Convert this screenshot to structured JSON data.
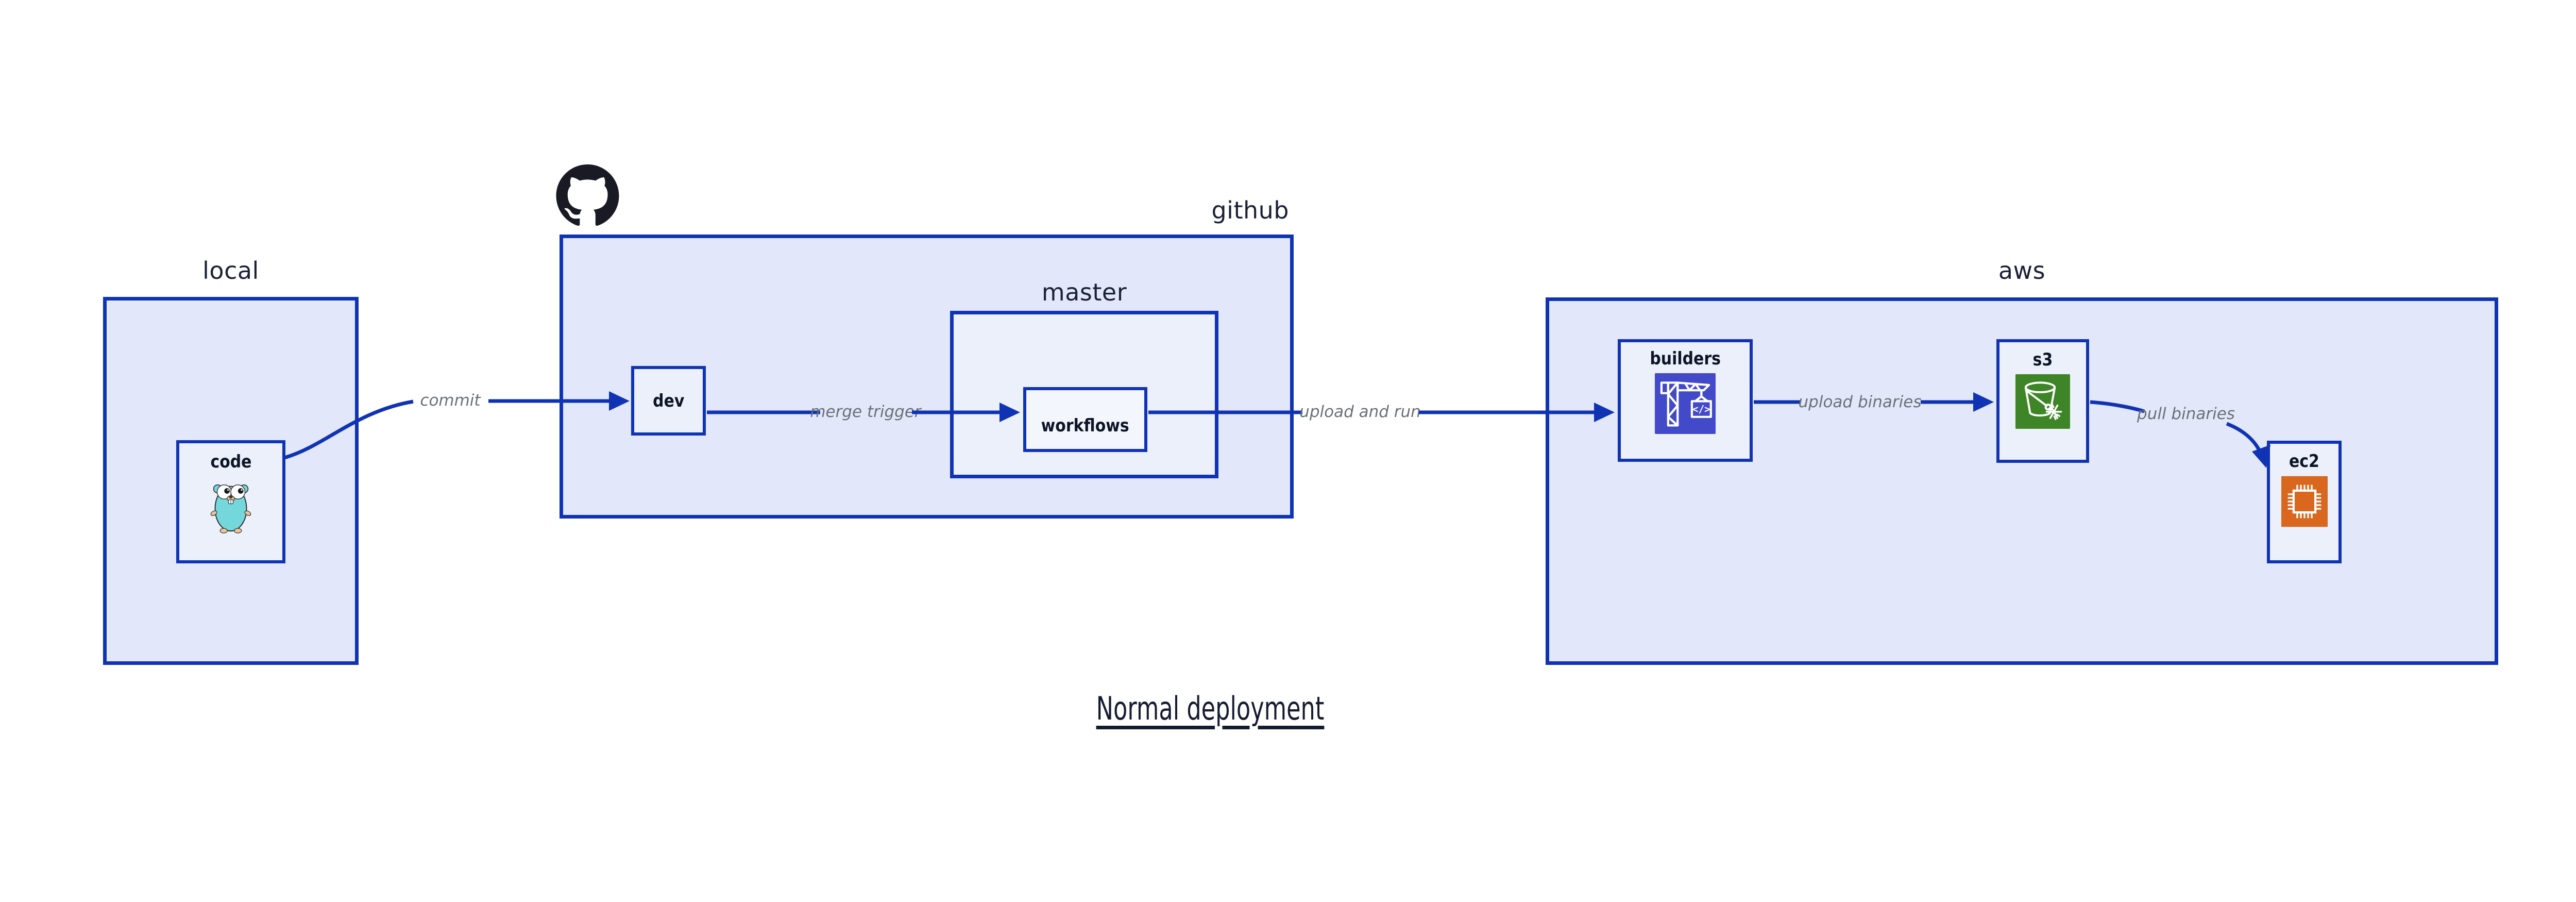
{
  "title": {
    "text": "Normal deployment"
  },
  "groups": {
    "local": {
      "label": "local"
    },
    "github": {
      "label": "github"
    },
    "master": {
      "label": "master"
    },
    "aws": {
      "label": "aws"
    }
  },
  "nodes": {
    "code": {
      "label": "code",
      "icon": "go-gopher-icon"
    },
    "dev": {
      "label": "dev"
    },
    "workflows": {
      "label": "workflows"
    },
    "builders": {
      "label": "builders",
      "icon": "crane-codebuild-icon",
      "icon_glyph": "</>",
      "icon_bg": "#434ac9"
    },
    "s3": {
      "label": "s3",
      "icon": "bucket-snowflake-icon",
      "icon_bg": "#3d8526"
    },
    "ec2": {
      "label": "ec2",
      "icon": "chip-ec2-icon",
      "icon_bg": "#d9671d"
    }
  },
  "edges": [
    {
      "label": "commit",
      "from": "code",
      "to": "dev"
    },
    {
      "label": "merge trigger",
      "from": "dev",
      "to": "workflows"
    },
    {
      "label": "upload and run",
      "from": "workflows",
      "to": "builders"
    },
    {
      "label": "upload binaries",
      "from": "builders",
      "to": "s3"
    },
    {
      "label": "pull binaries",
      "from": "s3",
      "to": "ec2"
    }
  ],
  "logo": {
    "name": "github-octocat-logo"
  },
  "colors": {
    "canvas_bg": "#ffffff",
    "stroke_blue": "#1033b4",
    "group_fill": "#e2e8fa",
    "node_fill": "#ecf0fb",
    "innermost_fill": "#f4f6fd",
    "edge_label_gray": "#6a7078",
    "group_label_navy": "#1a2036",
    "node_label_navy": "#0d1426",
    "builders_icon_bg": "#434ac9",
    "s3_icon_bg": "#3d8526",
    "ec2_icon_bg": "#d9671d",
    "github_logo_black": "#191a23",
    "gopher_teal": "#74d7dc"
  }
}
